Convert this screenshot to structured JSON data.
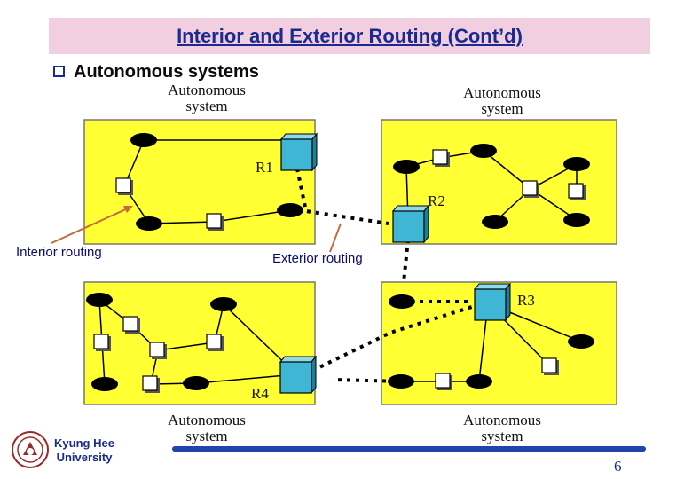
{
  "header": {
    "title": "Interior and Exterior Routing (Cont’d)"
  },
  "bullet": {
    "text": "Autonomous systems"
  },
  "diagram": {
    "as_label_line1": "Autonomous",
    "as_label_line2": "system",
    "routers": {
      "r1": "R1",
      "r2": "R2",
      "r3": "R3",
      "r4": "R4"
    },
    "callouts": {
      "interior": "Interior routing",
      "exterior": "Exterior routing"
    }
  },
  "footer": {
    "university_line1": "Kyung Hee",
    "university_line2": "University",
    "page_number": "6"
  },
  "colors": {
    "as_fill": "#ffff33",
    "router_fill": "#3fb7d4",
    "title_band": "#f2cfe0",
    "title_text": "#1b2a8f",
    "callout_arrow": "#c8693a",
    "footer_bar": "#2244aa"
  }
}
